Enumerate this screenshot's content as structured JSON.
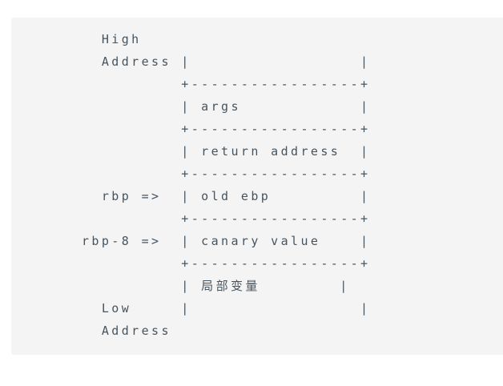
{
  "page": {
    "background_color": "#ffffff"
  },
  "code_block": {
    "background_color": "#f4f4f4",
    "text_color": "#46545f",
    "description_labels": {
      "high_address": "High Address",
      "low_address": "Low Address",
      "rbp_pointer": "rbp =>",
      "rbp_minus_8_pointer": "rbp-8 =>",
      "cells": [
        "args",
        "return address",
        "old ebp",
        "canary value",
        "局部变量"
      ]
    },
    "ascii_lines": [
      "  High",
      "  Address |                 |",
      "          +-----------------+",
      "          | args            |",
      "          +-----------------+",
      "          | return address  |",
      "          +-----------------+",
      "  rbp =>  | old ebp         |",
      "          +-----------------+",
      "rbp-8 =>  | canary value    |",
      "          +-----------------+",
      "          | 局部变量        |",
      "  Low     |                 |",
      "  Address"
    ]
  }
}
